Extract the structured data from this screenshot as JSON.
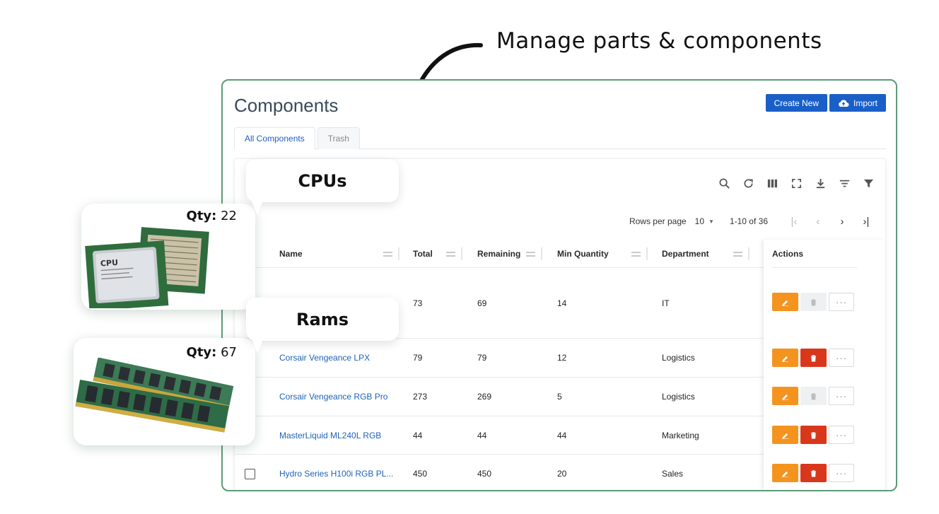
{
  "headline": "Manage parts & components",
  "app": {
    "title": "Components",
    "buttons": {
      "create": "Create New",
      "import": "Import"
    },
    "tabs": [
      {
        "label": "All Components",
        "active": true
      },
      {
        "label": "Trash",
        "active": false
      }
    ],
    "toolbar_icons": [
      "search-icon",
      "refresh-icon",
      "columns-icon",
      "fullscreen-icon",
      "download-icon",
      "sort-icon",
      "filter-icon"
    ],
    "pager": {
      "rows_label": "Rows per page",
      "rows_value": "10",
      "range": "1-10 of 36"
    },
    "columns": [
      "Name",
      "Total",
      "Remaining",
      "Min Quantity",
      "Department",
      "Actions"
    ],
    "rows": [
      {
        "name": "",
        "total": "73",
        "remaining": "69",
        "min": "14",
        "department": "IT",
        "delete_enabled": false
      },
      {
        "name": "Corsair Vengeance LPX",
        "total": "79",
        "remaining": "79",
        "min": "12",
        "department": "Logistics",
        "delete_enabled": true
      },
      {
        "name": "Corsair Vengeance RGB Pro",
        "total": "273",
        "remaining": "269",
        "min": "5",
        "department": "Logistics",
        "delete_enabled": false
      },
      {
        "name": "MasterLiquid ML240L RGB",
        "total": "44",
        "remaining": "44",
        "min": "44",
        "department": "Marketing",
        "delete_enabled": true
      },
      {
        "name": "Hydro Series H100i RGB PL...",
        "total": "450",
        "remaining": "450",
        "min": "20",
        "department": "Sales",
        "delete_enabled": true
      }
    ],
    "colors": {
      "primary": "#1a5fc8",
      "edit": "#f5931f",
      "delete": "#d9371c",
      "frame": "#5c9a78"
    }
  },
  "callouts": [
    {
      "bubble": "CPUs",
      "qty_label": "Qty:",
      "qty_value": "22"
    },
    {
      "bubble": "Rams",
      "qty_label": "Qty:",
      "qty_value": "67"
    }
  ]
}
